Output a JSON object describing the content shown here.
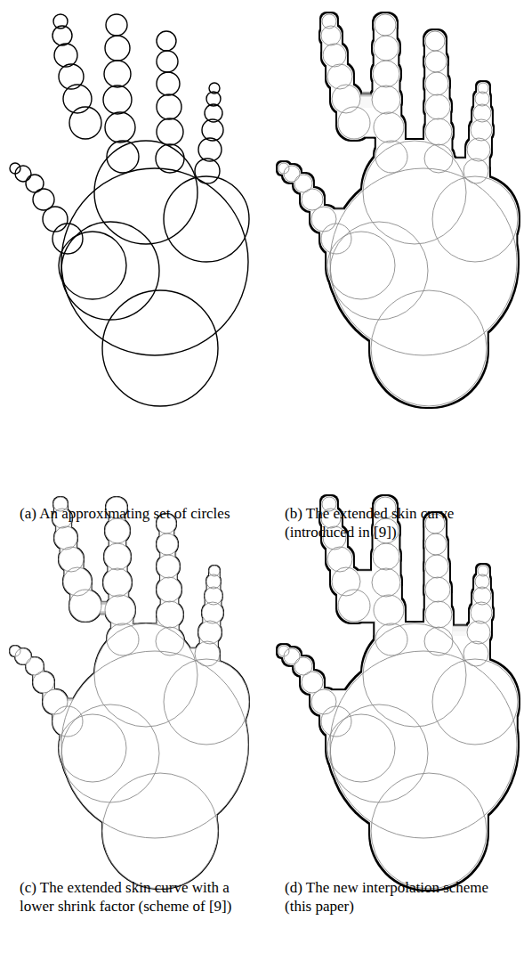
{
  "diagram": {
    "labels": [
      "(a) An approximating set of circles",
      "(b) The extended skin curve (introduced in [9])",
      "(c) The extended skin curve with a lower shrink factor (scheme of [9])",
      "(d) The new interpolation scheme (this paper)"
    ]
  }
}
